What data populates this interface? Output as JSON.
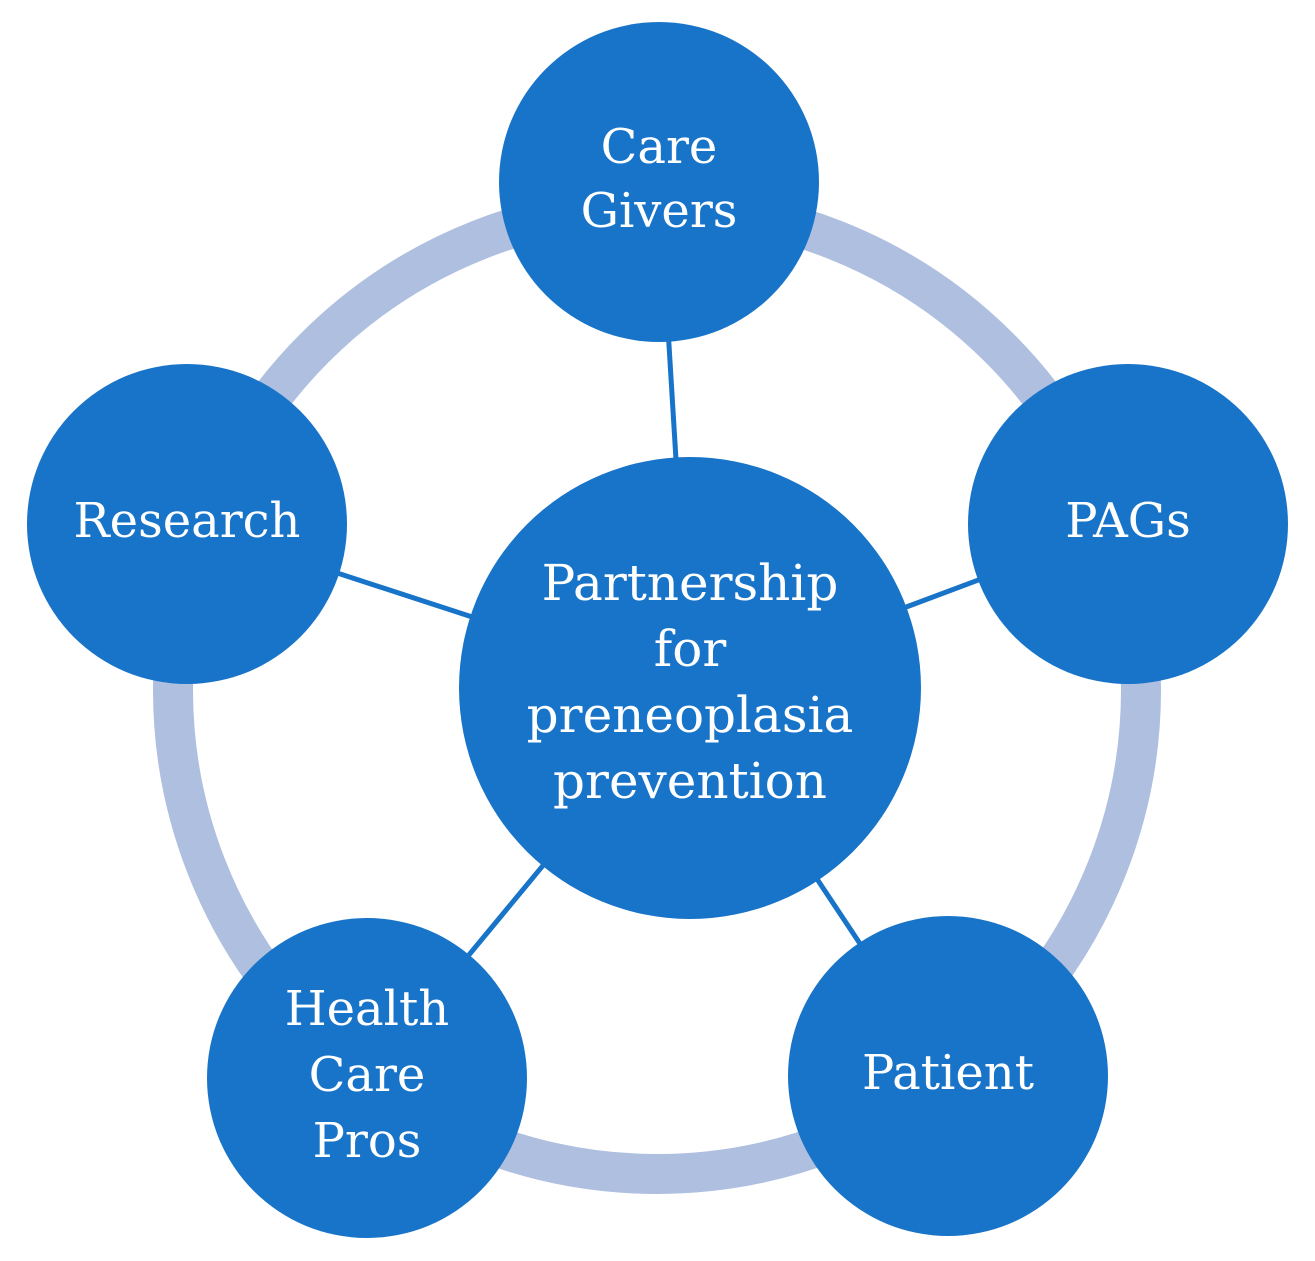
{
  "colors": {
    "node_fill": "#1874c8",
    "ring": "#aebfe0",
    "connector": "#1874c8",
    "label": "#ffffff"
  },
  "center": {
    "lines": [
      "Partnership",
      "for",
      "preneoplasia",
      "prevention"
    ]
  },
  "nodes": [
    {
      "id": "care-givers",
      "lines": [
        "Care",
        "Givers"
      ]
    },
    {
      "id": "pags",
      "lines": [
        "PAGs"
      ]
    },
    {
      "id": "patient",
      "lines": [
        "Patient"
      ]
    },
    {
      "id": "health-care-pros",
      "lines": [
        "Health",
        "Care",
        "Pros"
      ]
    },
    {
      "id": "research",
      "lines": [
        "Research"
      ]
    }
  ]
}
